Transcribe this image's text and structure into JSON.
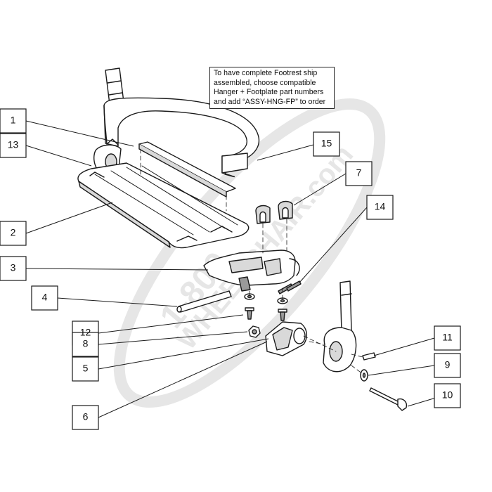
{
  "diagram": {
    "note_lines": [
      "To have complete Footrest ship",
      "assembled, choose compatible",
      "Hanger + Footplate part numbers",
      "and add “ASSY-HNG-FP” to order"
    ],
    "callouts": [
      "1",
      "13",
      "2",
      "3",
      "4",
      "12",
      "8",
      "5",
      "6",
      "15",
      "7",
      "14",
      "11",
      "9",
      "10"
    ],
    "watermark": {
      "line1": "1-800",
      "line2": "WHEELCHAIR.com"
    },
    "colors": {
      "line": "#1a1a1a",
      "part_fill": "#ffffff",
      "part_shade": "#d9d9d9",
      "part_dark": "#9a9a9a",
      "watermark": "#e6e6e6"
    }
  }
}
